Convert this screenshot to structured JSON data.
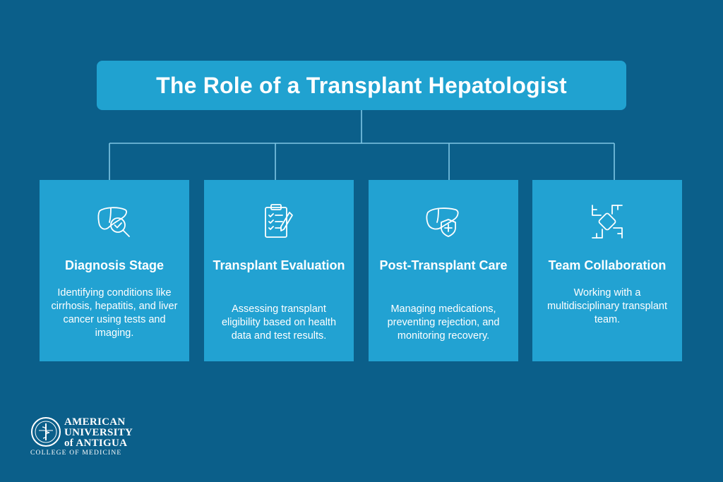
{
  "title": "The Role of a Transplant Hepatologist",
  "colors": {
    "background": "#0b5f8a",
    "accent": "#20a2d0",
    "text": "#ffffff"
  },
  "cards": [
    {
      "icon": "liver-search-icon",
      "heading": "Diagnosis Stage",
      "description": "Identifying conditions like cirrhosis, hepatitis, and liver cancer using tests and imaging."
    },
    {
      "icon": "clipboard-checklist-icon",
      "heading": "Transplant Evaluation",
      "description": "Assessing transplant eligibility based on health data and test results."
    },
    {
      "icon": "liver-shield-icon",
      "heading": "Post-Transplant Care",
      "description": "Managing medications, preventing rejection, and monitoring recovery."
    },
    {
      "icon": "hands-collaboration-icon",
      "heading": "Team Collaboration",
      "description": "Working with a multidisciplinary transplant team."
    }
  ],
  "logo": {
    "line1": "AMERICAN",
    "line2": "UNIVERSITY",
    "line3": "of ANTIGUA",
    "line4": "COLLEGE OF MEDICINE"
  }
}
